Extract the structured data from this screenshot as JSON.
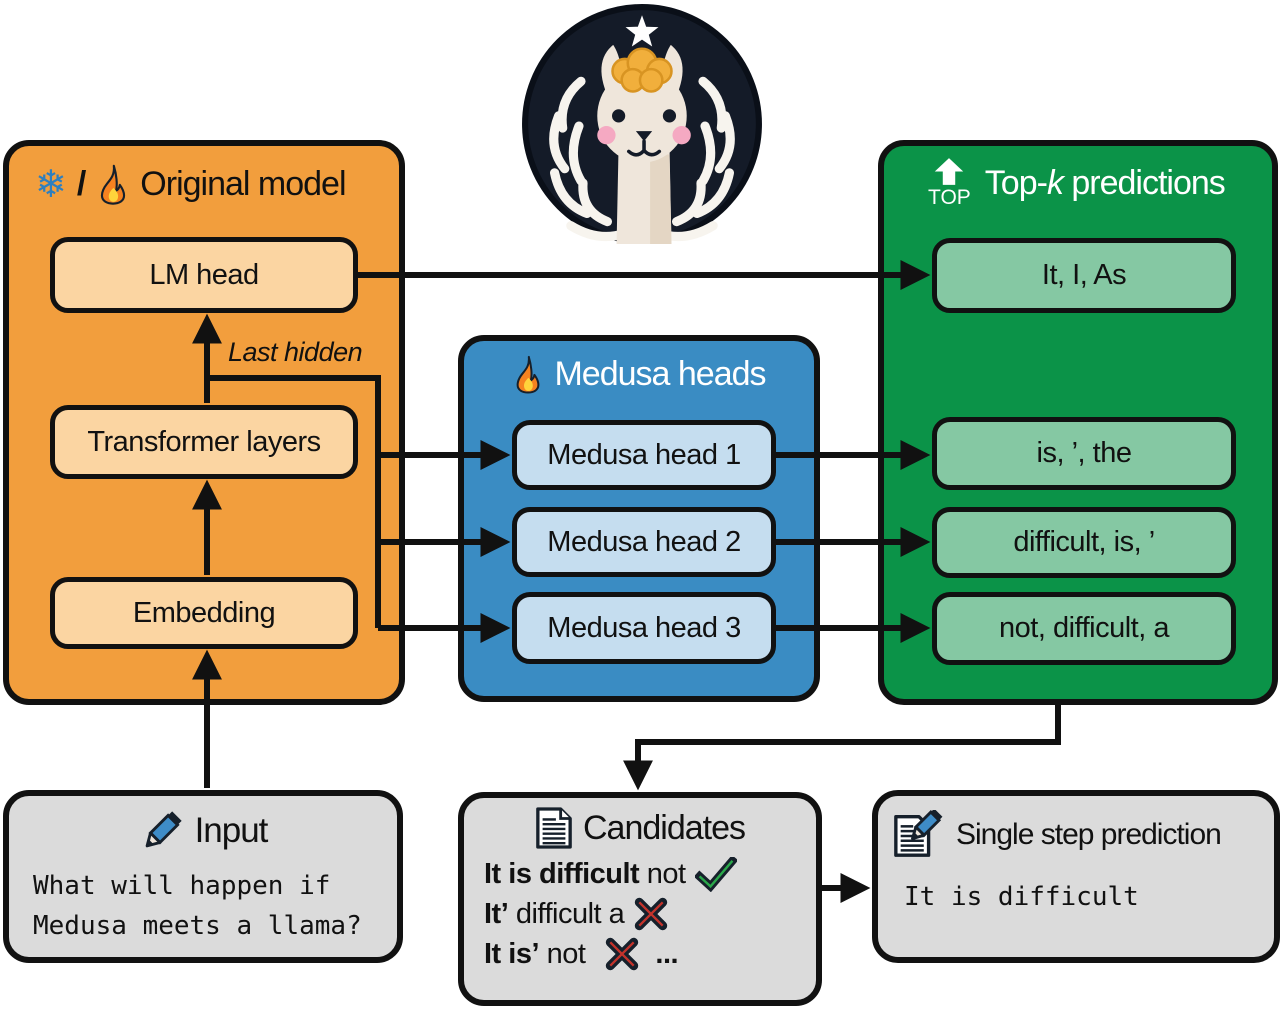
{
  "icons": {
    "snowflake": "❄"
  },
  "colors": {
    "panel_orange": "#F29E3D",
    "box_orange": "#FBD5A2",
    "panel_blue": "#3A8CC3",
    "box_blue": "#C5DDEF",
    "panel_green": "#0B9348",
    "box_green": "#85C8A3",
    "panel_gray": "#DBDBDB",
    "outline": "#111111",
    "snowflake_blue": "#2E7FBF",
    "check_green": "#2AA84A",
    "cross_red": "#C3332B",
    "pencil_blue": "#3E8CC7"
  },
  "original_model": {
    "title": "Original model",
    "slash": "/",
    "boxes": [
      "LM head",
      "Transformer layers",
      "Embedding"
    ],
    "last_hidden_label": "Last hidden"
  },
  "medusa_heads": {
    "title": "Medusa heads",
    "boxes": [
      "Medusa head 1",
      "Medusa head 2",
      "Medusa head 3"
    ]
  },
  "top_k_predictions": {
    "top_label": "TOP",
    "title_before_k": "Top-",
    "title_k": "k",
    "title_after_k": " predictions",
    "boxes": [
      "It, I, As",
      "is, ’, the",
      "difficult, is, ’",
      "not, difficult, a"
    ]
  },
  "input": {
    "title": "Input",
    "line1": "What will happen if",
    "line2": "Medusa meets a llama?"
  },
  "candidates": {
    "title": "Candidates",
    "rows": [
      {
        "bold": "It is difficult",
        "rest": " not",
        "suffix": ""
      },
      {
        "bold": "It’",
        "rest": " difficult a",
        "suffix": ""
      },
      {
        "bold": "It is’",
        "rest": " not",
        "suffix": "..."
      }
    ]
  },
  "single_step": {
    "title": "Single step prediction",
    "text": "It is difficult"
  }
}
